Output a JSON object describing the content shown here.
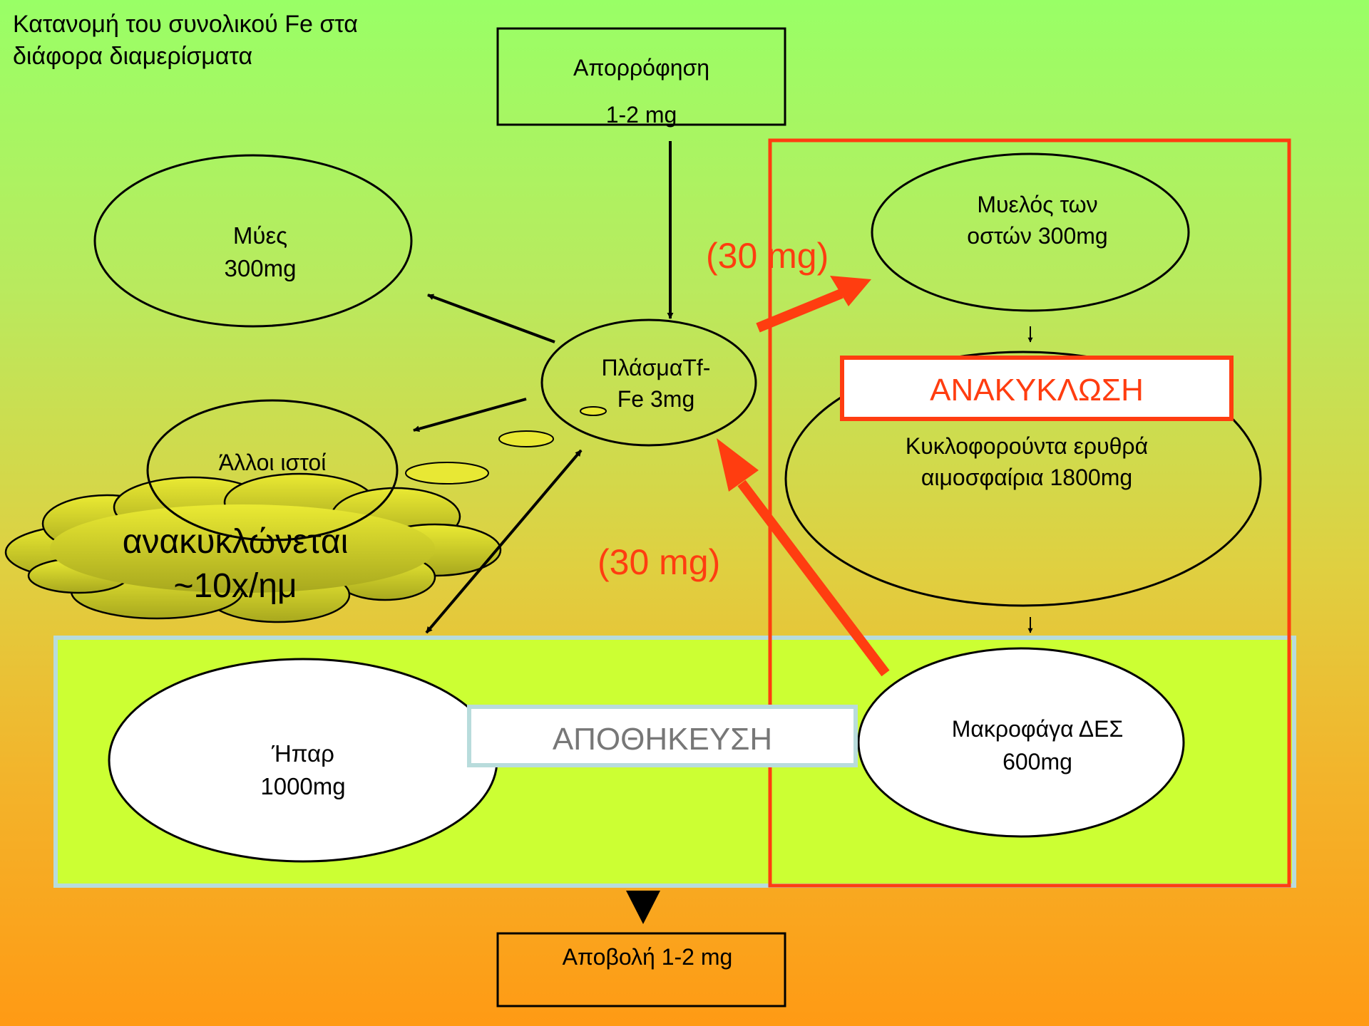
{
  "title": "Κατανομή του συνολικού Fe στα διάφορα διαμερίσματα",
  "nodes": {
    "absorption": {
      "label": "Απορρόφηση",
      "value": "1-2 mg"
    },
    "muscles": {
      "label": "Μύες",
      "value": "300mg"
    },
    "plasma": {
      "label": "ΠλάσμαTf-",
      "value": "Fe 3mg"
    },
    "other_tissues": {
      "label": "Άλλοι ιστοί"
    },
    "bone_marrow": {
      "label": "Μυελός των",
      "value": "οστών 300mg"
    },
    "red_cells": {
      "label": "Κυκλοφορούντα ερυθρά",
      "value": "αιμοσφαίρια 1800mg"
    },
    "liver": {
      "label": "Ήπαρ",
      "value": "1000mg"
    },
    "macrophages": {
      "label": "Μακροφάγα ΔΕΣ",
      "value": "600mg"
    },
    "excretion": {
      "label": "Αποβολή 1-2 mg"
    }
  },
  "regions": {
    "recycling": "ΑΝΑΚΥΚΛΩΣΗ",
    "storage": "ΑΠΟΘΗΚΕΥΣΗ"
  },
  "flows": {
    "to_marrow": "(30 mg)",
    "from_macrophages": "(30 mg)"
  },
  "cloud": {
    "line1": "ανακυκλώνεται",
    "line2": "~10x/ημ"
  },
  "colors": {
    "recycle_red": "#ff3d10",
    "storage_bg": "#ccff33",
    "storage_border": "#b8dcdc",
    "cloud_fill": "#d6d62a"
  }
}
